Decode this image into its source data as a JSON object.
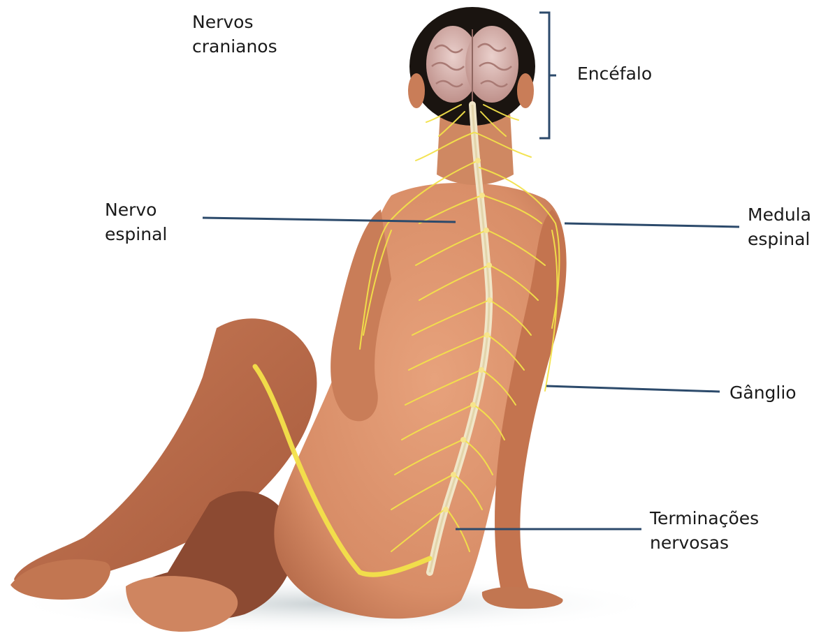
{
  "labels": {
    "nervos_cranianos": [
      "Nervos",
      "cranianos"
    ],
    "encefalo": [
      "Encéfalo"
    ],
    "nervo_espinal": [
      "Nervo",
      "espinal"
    ],
    "medula_espinal": [
      "Medula",
      "espinal"
    ],
    "ganglio": [
      "Gânglio"
    ],
    "terminacoes_nervosas": [
      "Terminações",
      "nervosas"
    ]
  },
  "colors": {
    "leader_line": "#2c4a6b",
    "text": "#1a1a1a",
    "skin": "#d98c66",
    "skin_shadow": "#b8694a",
    "hair": "#1a1410",
    "brain": "#d8b4b0",
    "nerve": "#f3e24a",
    "spinal_cord": "#f1e6c8"
  }
}
